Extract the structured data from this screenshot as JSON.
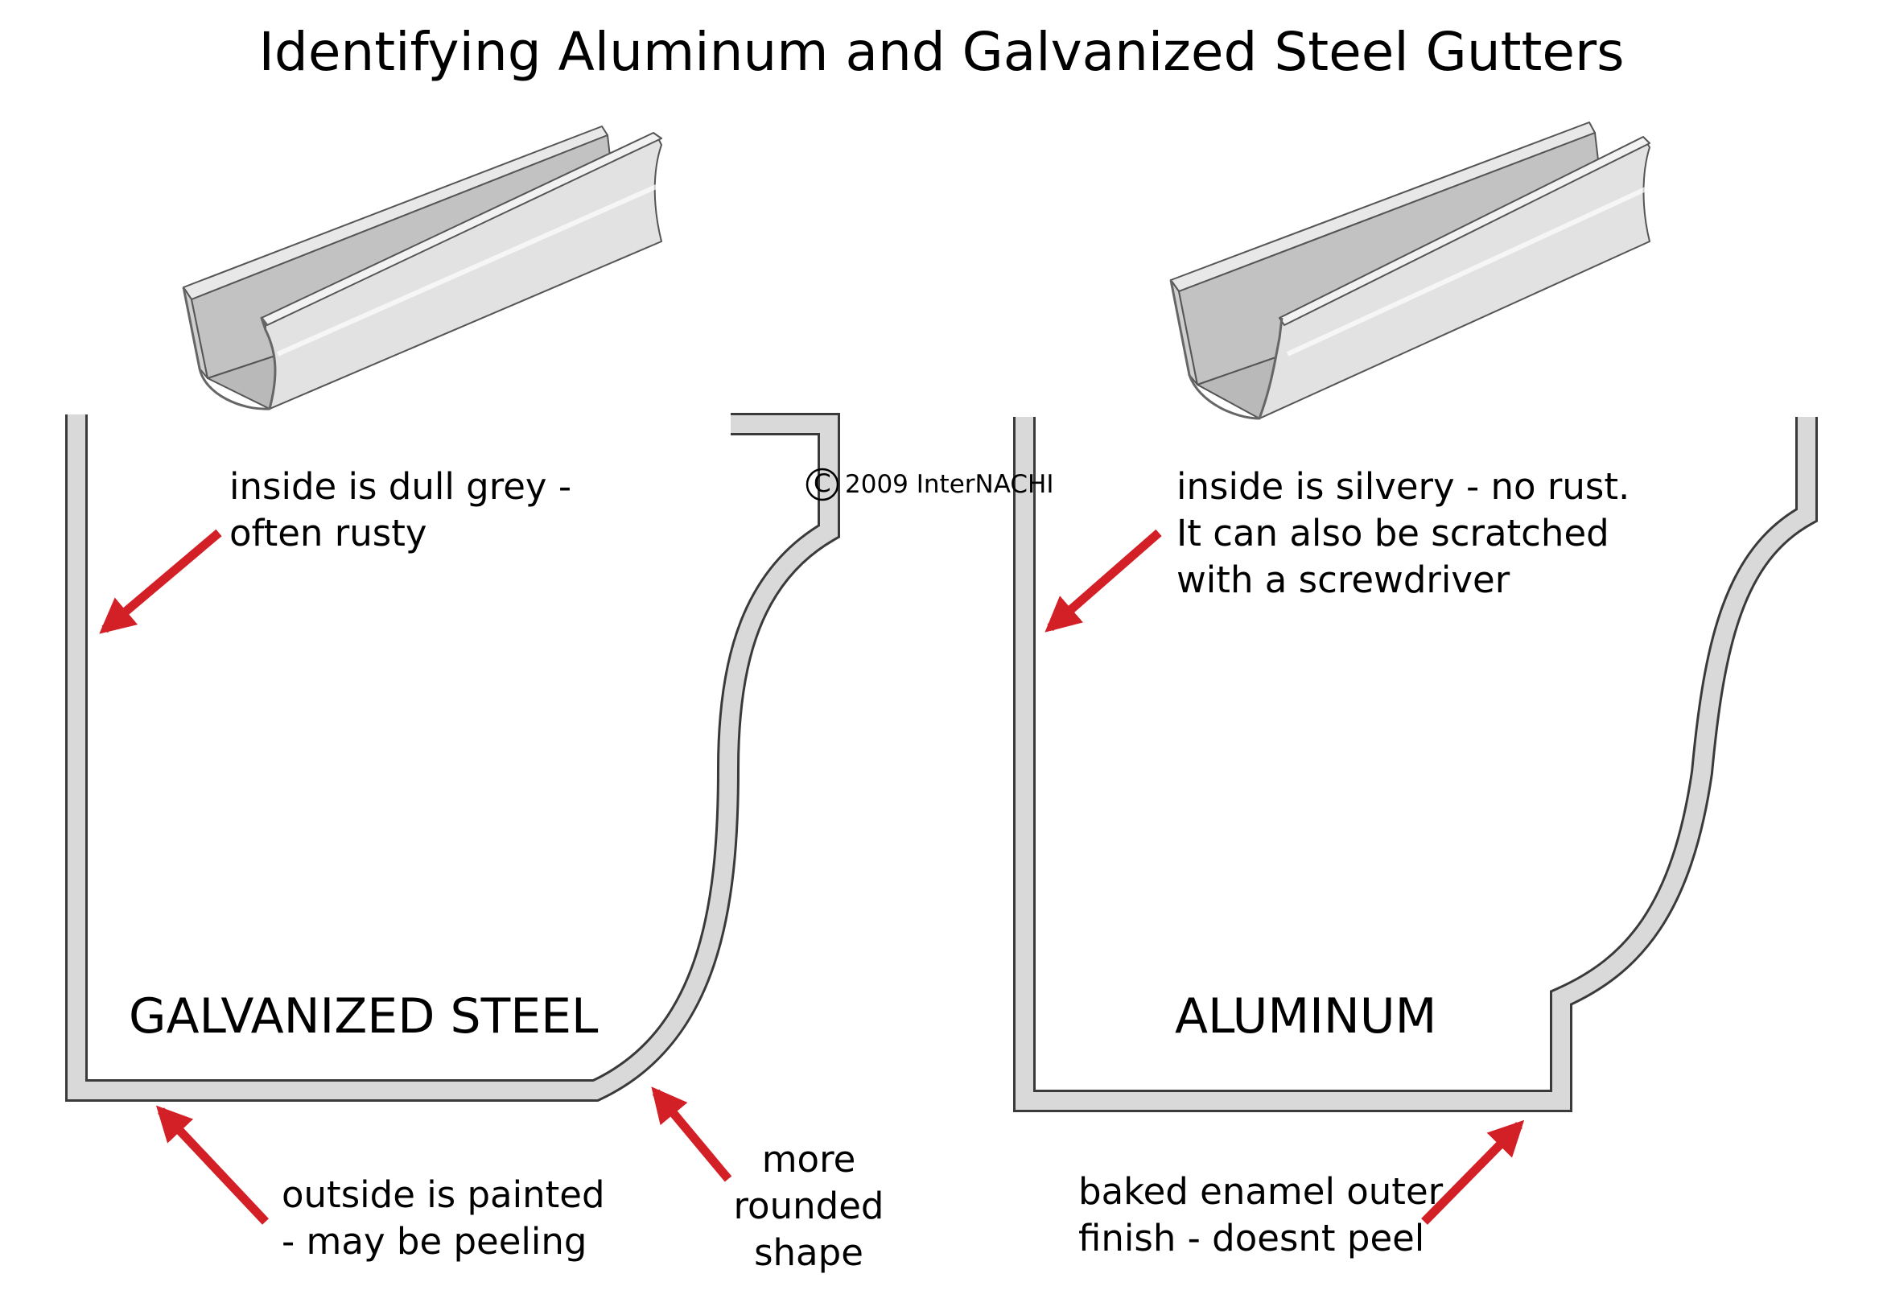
{
  "title": "Identifying Aluminum and Galvanized Steel Gutters",
  "copyright": "2009 InterNACHI",
  "copyright_symbol": "C",
  "colors": {
    "gutter_fill": "#d9d9d9",
    "outline": "#3a3a3a",
    "arrow": "#d31f26",
    "text": "#000000",
    "background": "#ffffff"
  },
  "galvanized": {
    "label": "GALVANIZED STEEL",
    "inside_note": [
      "inside is dull grey -",
      "often rusty"
    ],
    "outside_note": [
      "outside is painted",
      "- may be peeling"
    ],
    "shape_note": [
      "more",
      "rounded",
      "shape"
    ]
  },
  "aluminum": {
    "label": "ALUMINUM",
    "inside_note": [
      "inside is silvery - no rust.",
      "It can also be scratched",
      "with a screwdriver"
    ],
    "outside_note": [
      "baked enamel outer",
      "finish - doesnt peel"
    ]
  }
}
